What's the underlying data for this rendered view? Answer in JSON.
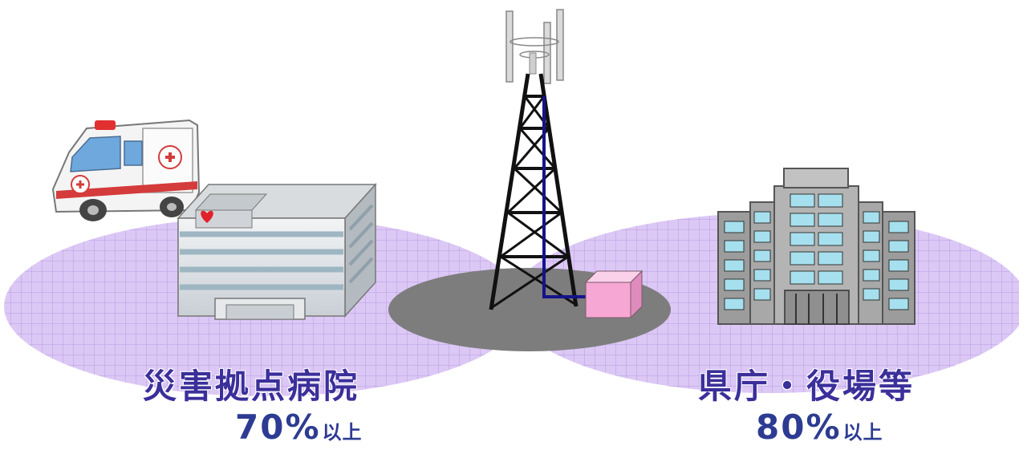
{
  "zones": [
    {
      "facility": "災害拠点病院",
      "target_value": "70%",
      "target_suffix": "以上"
    },
    {
      "facility": "県庁・役場等",
      "target_value": "80%",
      "target_suffix": "以上"
    }
  ],
  "colors": {
    "coverage_fill": "#d9c3f3",
    "coverage_grid": "#b79ae3",
    "tower_base": "#7f7f7f",
    "equipment_box": "#f5a8d4",
    "label_text": "#3b2f9a",
    "percent_text": "#2d3c92"
  },
  "icons": [
    "ambulance-icon",
    "hospital-building-icon",
    "radio-tower-icon",
    "equipment-box-icon",
    "government-building-icon"
  ]
}
